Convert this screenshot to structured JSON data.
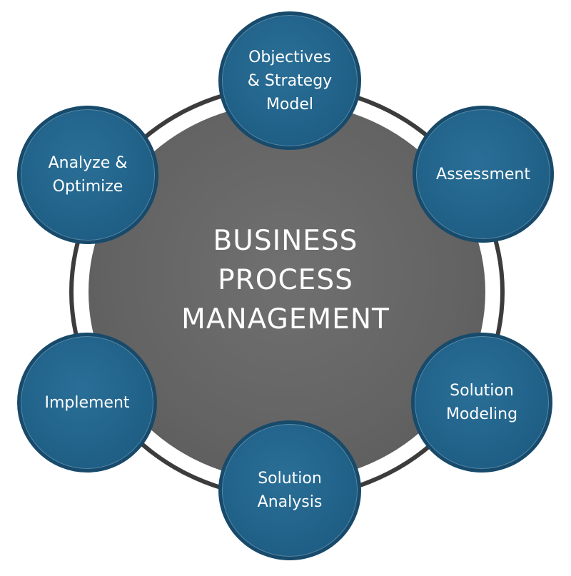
{
  "center": {
    "lines": [
      "BUSINESS",
      "PROCESS",
      "MANAGEMENT"
    ]
  },
  "nodes": [
    {
      "id": "objectives",
      "label": "Objectives\n& Strategy\nModel"
    },
    {
      "id": "assessment",
      "label": "Assessment"
    },
    {
      "id": "modeling",
      "label": "Solution\nModeling"
    },
    {
      "id": "analysis",
      "label": "Solution\nAnalysis"
    },
    {
      "id": "implement",
      "label": "Implement"
    },
    {
      "id": "analyze",
      "label": "Analyze &\nOptimize"
    }
  ],
  "colors": {
    "node_fill": "#1f5f86",
    "hub_fill": "#636363",
    "ring_stroke": "#3c3c3c",
    "text": "#ffffff"
  }
}
